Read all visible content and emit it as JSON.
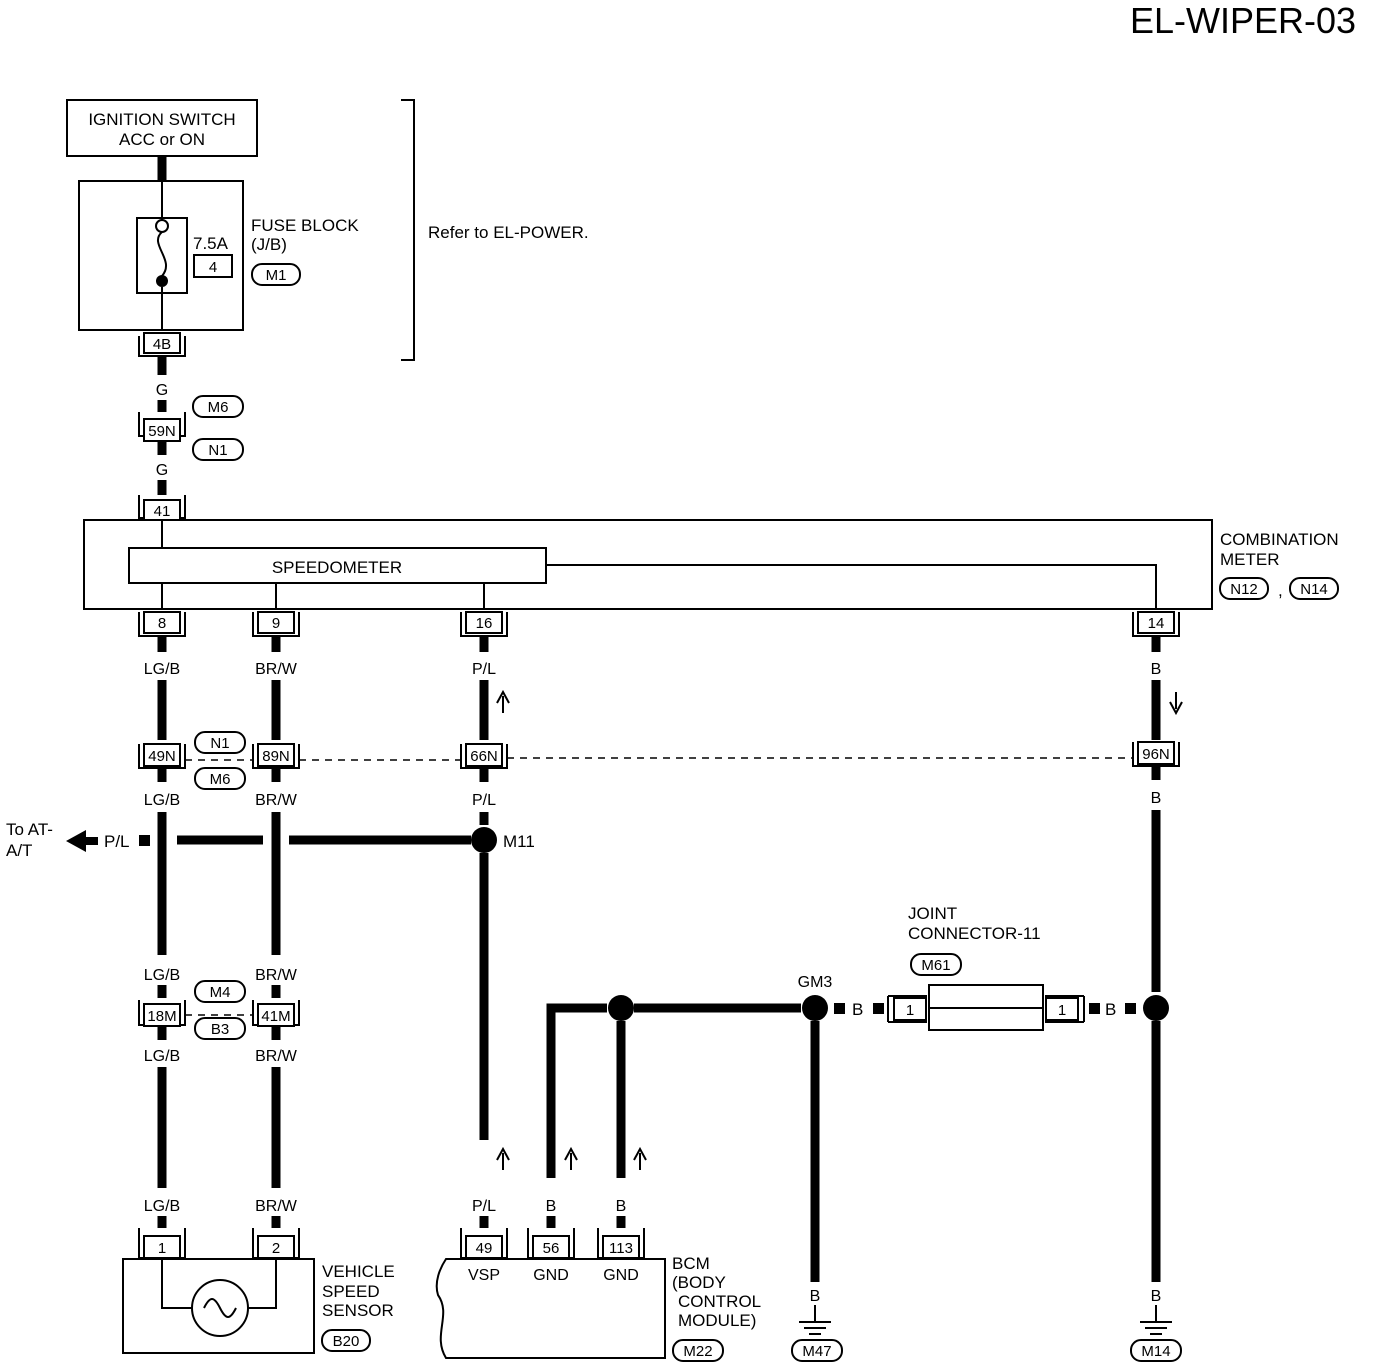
{
  "title": "EL-WIPER-03",
  "ignition": {
    "line1": "IGNITION SWITCH",
    "line2": "ACC or ON"
  },
  "fuse_block": {
    "line1": "FUSE BLOCK",
    "line2": "(J/B)",
    "connector": "M1",
    "amp": "7.5A",
    "fuse_no": "4",
    "terminal": "4B"
  },
  "refer_note": "Refer to EL-POWER.",
  "connector_59N": {
    "pin": "59N",
    "ref_a": "M6",
    "ref_b": "N1"
  },
  "wire_colors": {
    "g": "G",
    "lgb": "LG/B",
    "brw": "BR/W",
    "pl": "P/L",
    "b": "B"
  },
  "combination_meter": {
    "line1": "COMBINATION",
    "line2": "METER",
    "conn_a": "N12",
    "sep": ",",
    "conn_b": "N14",
    "speedometer": "SPEEDOMETER"
  },
  "meter_pins": {
    "p41": "41",
    "p8": "8",
    "p9": "9",
    "p16": "16",
    "p14": "14"
  },
  "mid_connectors": {
    "p49N": "49N",
    "p89N": "89N",
    "p66N": "66N",
    "p96N": "96N",
    "ref_a": "N1",
    "ref_b": "M6"
  },
  "to_at": {
    "line1": "To AT-",
    "line2": "A/T"
  },
  "splice_m11": "M11",
  "connectors_m": {
    "p18M": "18M",
    "p41M": "41M",
    "ref_a": "M4",
    "ref_b": "B3"
  },
  "joint_connector": {
    "line1": "JOINT",
    "line2": "CONNECTOR-11",
    "ref": "M61",
    "pin_left": "1",
    "pin_right": "1"
  },
  "ground_gm3": "GM3",
  "vss": {
    "pin1": "1",
    "pin2": "2",
    "line1": "VEHICLE",
    "line2": "SPEED",
    "line3": "SENSOR",
    "ref": "B20"
  },
  "bcm": {
    "pin49": "49",
    "pin56": "56",
    "pin113": "113",
    "term_vsp": "VSP",
    "term_gnd1": "GND",
    "term_gnd2": "GND",
    "line1": "BCM",
    "line2": "(BODY",
    "line3": "CONTROL",
    "line4": "MODULE)",
    "ref": "M22"
  },
  "grounds": {
    "g1": "M47",
    "g2": "M14"
  }
}
